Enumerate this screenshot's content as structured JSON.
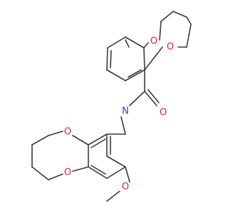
{
  "atoms": {
    "o_dioxane_top": "O",
    "o_dioxane_right": "O",
    "o_carbonyl": "O",
    "n_amide": "N",
    "o_ring_upper": "O",
    "o_ring_lower": "O",
    "o_methoxy": "O"
  },
  "colors": {
    "bond": "#3a3a3a",
    "oxygen": "#e8212a",
    "nitrogen": "#2a3fd6"
  }
}
